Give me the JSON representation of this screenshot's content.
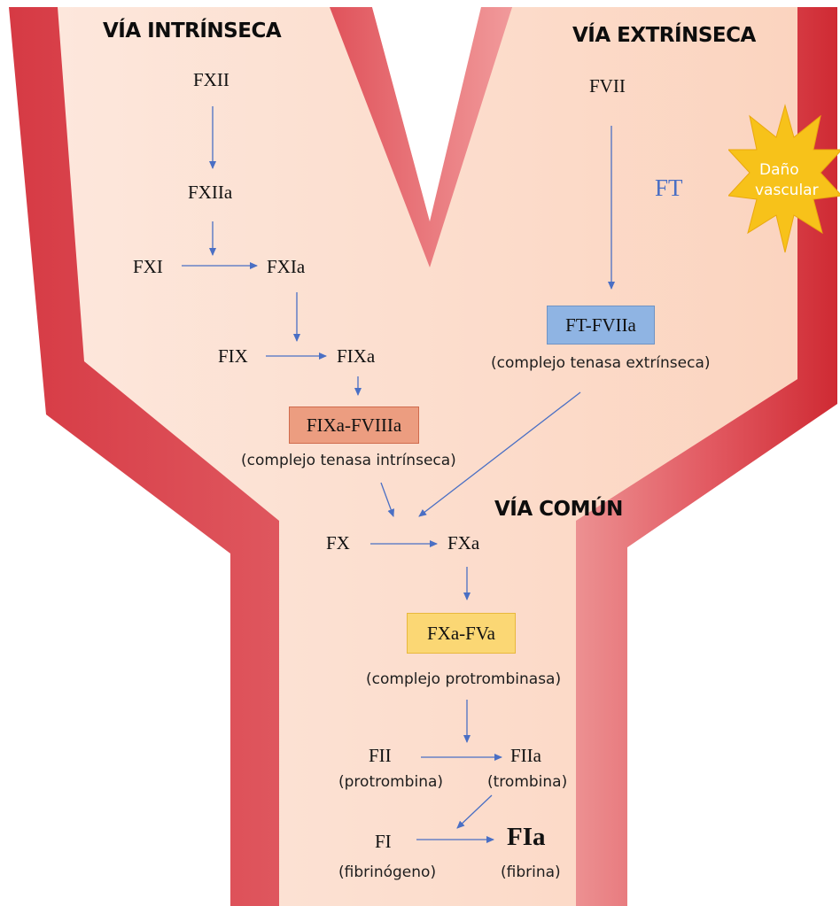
{
  "headings": {
    "intrinsic": "VÍA INTRÍNSECA",
    "extrinsic": "VÍA EXTRÍNSECA",
    "common": "VÍA COMÚN"
  },
  "factors": {
    "fxii": "FXII",
    "fxiia": "FXIIa",
    "fxi": "FXI",
    "fxia": "FXIa",
    "fix": "FIX",
    "fixa": "FIXa",
    "fvii": "FVII",
    "ft": "FT",
    "fx": "FX",
    "fxa": "FXa",
    "fii": "FII",
    "fiia": "FIIa",
    "fi": "FI",
    "fia": "FIa"
  },
  "complexes": {
    "extrinsic_tenase": {
      "label": "FT-FVIIa",
      "note": "(complejo tenasa extrínseca)",
      "color": "#8fb4e3"
    },
    "intrinsic_tenase": {
      "label": "FIXa-FVIIIa",
      "note": "(complejo tenasa intrínseca)",
      "color": "#ec9d80"
    },
    "prothrombinase": {
      "label": "FXa-FVa",
      "note": "(complejo protrombinasa)",
      "color": "#fbd774"
    }
  },
  "notes": {
    "fii": "(protrombina)",
    "fiia": "(trombina)",
    "fi": "(fibrinógeno)",
    "fia": "(fibrina)"
  },
  "damage_badge": {
    "line1": "Daño",
    "line2": "vascular",
    "color": "#f7c21a"
  },
  "colors": {
    "vessel_wall": "#d9424a",
    "vessel_lumen": "#fbe0d2",
    "arrow": "#4a6fc4",
    "ft_text": "#4a6fc4"
  }
}
